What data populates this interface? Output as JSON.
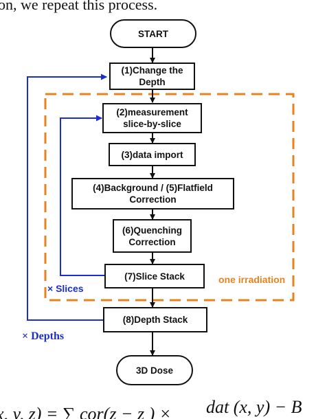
{
  "top_text": "on, we repeat this process.",
  "nodes": {
    "start": "START",
    "change_depth": "(1)Change the Depth",
    "measurement": "(2)measurement slice-by-slice",
    "data_import": "(3)data import",
    "background": "(4)Background / (5)Flatfield Correction",
    "quenching": "(6)Quenching Correction",
    "slice_stack": "(7)Slice Stack",
    "depth_stack": "(8)Depth Stack",
    "dose": "3D Dose"
  },
  "labels": {
    "slices": "× Slices",
    "depths": "× Depths",
    "one_irradiation": "one irradiation"
  },
  "formula": {
    "lhs": "x, y, z) = ∑ cor(z − z ) ×",
    "numerator": "dat (x, y) − B"
  },
  "colors": {
    "loop_blue": "#1a2dd0",
    "dashed_orange": "#e8821e",
    "box_border": "#111111"
  }
}
